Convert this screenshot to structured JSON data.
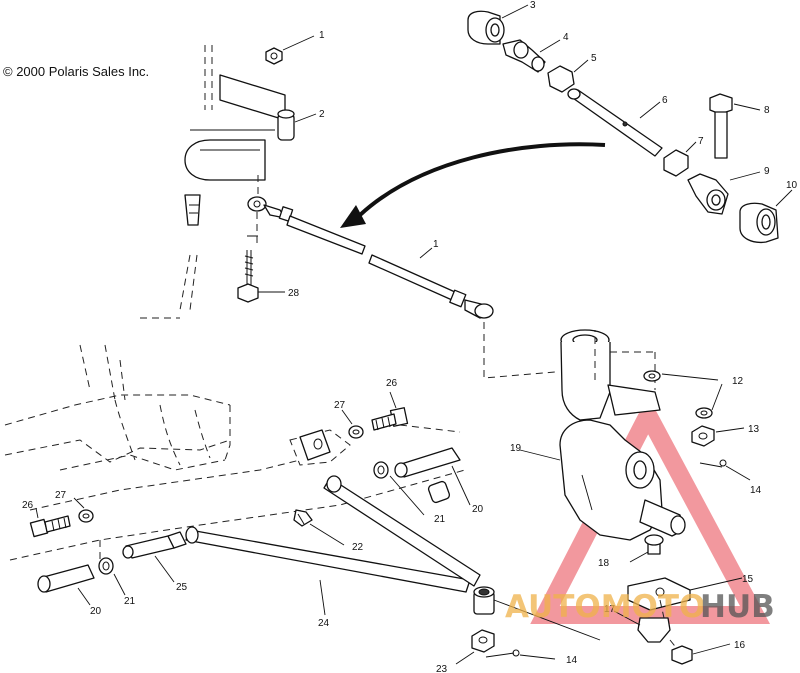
{
  "copyright": "© 2000 Polaris Sales Inc.",
  "callouts": {
    "c1": "1",
    "c1b": "1",
    "c2": "2",
    "c3": "3",
    "c4": "4",
    "c5": "5",
    "c6": "6",
    "c7": "7",
    "c8": "8",
    "c9": "9",
    "c10": "10",
    "c12": "12",
    "c13": "13",
    "c14a": "14",
    "c14b": "14",
    "c15": "15",
    "c16": "16",
    "c17": "17",
    "c18": "18",
    "c19": "19",
    "c20a": "20",
    "c20b": "20",
    "c21a": "21",
    "c21b": "21",
    "c22": "22",
    "c23": "23",
    "c24": "24",
    "c25": "25",
    "c26a": "26",
    "c26b": "26",
    "c27a": "27",
    "c27b": "27",
    "c28": "28"
  },
  "watermark": {
    "part1": "AUTOMOTO",
    "part2": "HUB",
    "color_primary": "#e8434f",
    "color_secondary": "#f0b24a",
    "color_dark": "#555555"
  }
}
